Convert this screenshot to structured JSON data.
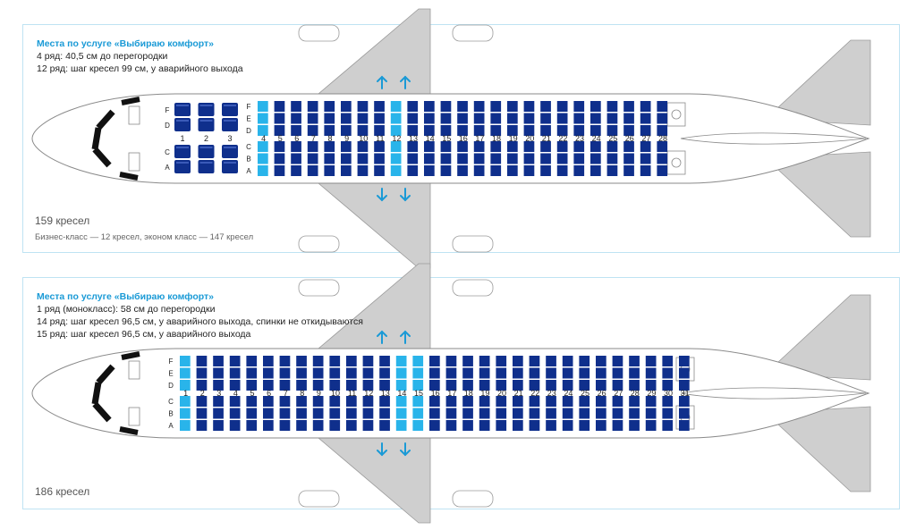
{
  "colors": {
    "economy_seat": "#0f2f8c",
    "business_seat": "#0f2f8c",
    "comfort_seat": "#29b4ea",
    "exit_arrow": "#1a9ad6",
    "wing": "#cfcfcf",
    "title": "#1a9ad6"
  },
  "icons": [
    "exit-arrow-up-icon",
    "exit-arrow-down-icon",
    "cockpit-icon"
  ],
  "aircraft": [
    {
      "info_title": "Места по услуге «Выбираю комфорт»",
      "info_lines": [
        "4 ряд: 40,5 см до перегородки",
        "12 ряд: шаг кресел 99 см, у аварийного выхода"
      ],
      "seat_count": "159 кресел",
      "class_breakdown": "Бизнес-класс — 12 кресел, эконом класс — 147 кресел",
      "business_rows": [
        "1",
        "2",
        "3"
      ],
      "business_letters_upper": [
        "F",
        "D"
      ],
      "business_letters_lower": [
        "C",
        "A"
      ],
      "economy_rows": [
        "4",
        "5",
        "6",
        "7",
        "8",
        "9",
        "10",
        "11",
        "12",
        "13",
        "14",
        "15",
        "16",
        "17",
        "18",
        "19",
        "20",
        "21",
        "22",
        "23",
        "24",
        "25",
        "26",
        "27",
        "28"
      ],
      "economy_letters_upper": [
        "F",
        "E",
        "D"
      ],
      "economy_letters_lower": [
        "C",
        "B",
        "A"
      ],
      "comfort_rows": [
        "4",
        "12"
      ],
      "exit_rows_note": "12"
    },
    {
      "info_title": "Места по услуге «Выбираю комфорт»",
      "info_lines": [
        "1 ряд (монокласс): 58 см до перегородки",
        "14 ряд: шаг кресел 96,5 см, у аварийного выхода, спинки не откидываются",
        "15 ряд: шаг кресел 96,5 см, у аварийного выхода"
      ],
      "seat_count": "186 кресел",
      "economy_rows": [
        "1",
        "2",
        "3",
        "4",
        "5",
        "6",
        "7",
        "8",
        "9",
        "10",
        "11",
        "12",
        "13",
        "14",
        "15",
        "16",
        "17",
        "18",
        "19",
        "20",
        "21",
        "22",
        "23",
        "24",
        "25",
        "26",
        "27",
        "28",
        "29",
        "30",
        "31"
      ],
      "economy_letters_upper": [
        "F",
        "E",
        "D"
      ],
      "economy_letters_lower": [
        "C",
        "B",
        "A"
      ],
      "comfort_rows": [
        "1",
        "14",
        "15"
      ]
    }
  ]
}
